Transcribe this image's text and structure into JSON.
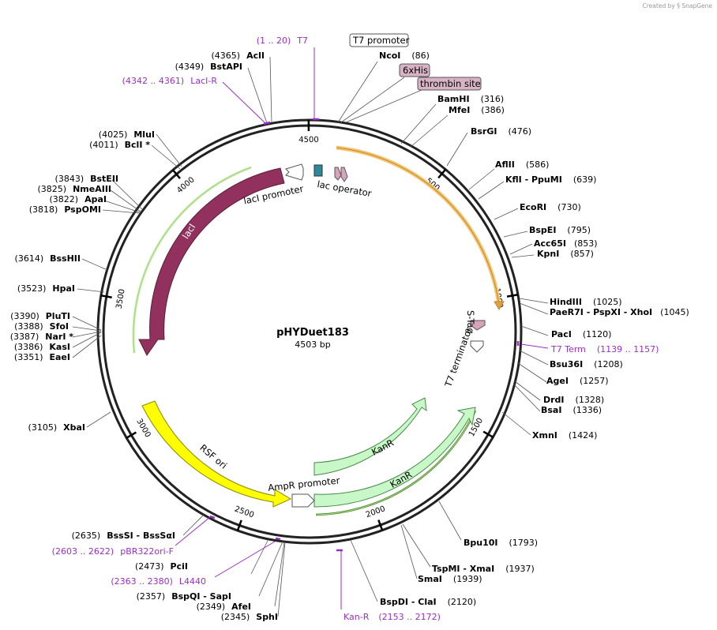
{
  "credit": {
    "prefix": "Created by",
    "brand": "SnapGene"
  },
  "plasmid": {
    "name": "pHYDuet183",
    "size_label": "4503 bp",
    "length_bp": 4503
  },
  "ticks": [
    {
      "bp": 500,
      "label": "500"
    },
    {
      "bp": 1000,
      "label": "1000"
    },
    {
      "bp": 1500,
      "label": "1500"
    },
    {
      "bp": 2000,
      "label": "2000"
    },
    {
      "bp": 2500,
      "label": "2500"
    },
    {
      "bp": 3000,
      "label": "3000"
    },
    {
      "bp": 3500,
      "label": "3500"
    },
    {
      "bp": 4000,
      "label": "4000"
    },
    {
      "bp": 4500,
      "label": "4500"
    }
  ],
  "enzymes_right": [
    {
      "name": "NcoI",
      "pos": "(86)"
    },
    {
      "name": "BamHI",
      "pos": "(316)"
    },
    {
      "name": "MfeI",
      "pos": "(386)"
    },
    {
      "name": "BsrGI",
      "pos": "(476)"
    },
    {
      "name": "AflII",
      "pos": "(586)"
    },
    {
      "name": "KflI - PpuMI",
      "pos": "(639)"
    },
    {
      "name": "EcoRI",
      "pos": "(730)"
    },
    {
      "name": "BspEI",
      "pos": "(795)"
    },
    {
      "name": "Acc65I",
      "pos": "(853)"
    },
    {
      "name": "KpnI",
      "pos": "(857)"
    },
    {
      "name": "HindIII",
      "pos": "(1025)"
    },
    {
      "name": "PaeR7I - PspXI - XhoI",
      "pos": "(1045)"
    },
    {
      "name": "PacI",
      "pos": "(1120)"
    },
    {
      "name": "Bsu36I",
      "pos": "(1208)"
    },
    {
      "name": "AgeI",
      "pos": "(1257)"
    },
    {
      "name": "DrdI",
      "pos": "(1328)"
    },
    {
      "name": "BsaI",
      "pos": "(1336)"
    },
    {
      "name": "XmnI",
      "pos": "(1424)"
    },
    {
      "name": "Bpu10I",
      "pos": "(1793)"
    },
    {
      "name": "TspMI - XmaI",
      "pos": "(1937)"
    },
    {
      "name": "SmaI",
      "pos": "(1939)"
    },
    {
      "name": "BspDI - ClaI",
      "pos": "(2120)"
    }
  ],
  "enzymes_left": [
    {
      "name": "AclI",
      "pos": "(4365)"
    },
    {
      "name": "BstAPI",
      "pos": "(4349)"
    },
    {
      "name": "MluI",
      "pos": "(4025)"
    },
    {
      "name": "BclI *",
      "pos": "(4011)"
    },
    {
      "name": "BstEII",
      "pos": "(3843)"
    },
    {
      "name": "NmeAIII",
      "pos": "(3825)"
    },
    {
      "name": "ApaI",
      "pos": "(3822)"
    },
    {
      "name": "PspOMI",
      "pos": "(3818)"
    },
    {
      "name": "BssHII",
      "pos": "(3614)"
    },
    {
      "name": "HpaI",
      "pos": "(3523)"
    },
    {
      "name": "PluTI",
      "pos": "(3390)"
    },
    {
      "name": "SfoI",
      "pos": "(3388)"
    },
    {
      "name": "NarI *",
      "pos": "(3387)"
    },
    {
      "name": "KasI",
      "pos": "(3386)"
    },
    {
      "name": "EaeI",
      "pos": "(3351)"
    },
    {
      "name": "XbaI",
      "pos": "(3105)"
    },
    {
      "name": "BssSI - BssSαI",
      "pos": "(2635)"
    },
    {
      "name": "PciI",
      "pos": "(2473)"
    },
    {
      "name": "BspQI - SapI",
      "pos": "(2357)"
    },
    {
      "name": "AfeI",
      "pos": "(2349)"
    },
    {
      "name": "SphI",
      "pos": "(2345)"
    }
  ],
  "primers": [
    {
      "range": "(1 .. 20)",
      "name": "T7"
    },
    {
      "range": "(4342 .. 4361)",
      "name": "LacI-R"
    },
    {
      "range": "(1139 .. 1157)",
      "name": "T7 Term"
    },
    {
      "range": "(2603 .. 2622)",
      "name": "pBR322ori-F"
    },
    {
      "range": "(2363 .. 2380)",
      "name": "L4440"
    },
    {
      "range": "(2153 .. 2172)",
      "name": "Kan-R"
    }
  ],
  "boxed_features": [
    {
      "label": "T7 promoter",
      "fill": "#ffffff"
    },
    {
      "label": "6xHis",
      "fill": "#d7b3c5"
    },
    {
      "label": "thrombin site",
      "fill": "#d7b3c5"
    }
  ],
  "features": [
    {
      "label": "lacI",
      "color": "#93315e"
    },
    {
      "label": "lacI promoter",
      "color": "#ffffff"
    },
    {
      "label": "lac operator",
      "color": "#2a8a9a"
    },
    {
      "label": "S-Tag",
      "color": "#d7a3bb"
    },
    {
      "label": "T7 terminator",
      "color": "#ffffff"
    },
    {
      "label": "KanR",
      "color": "#c8f7c8"
    },
    {
      "label": "KanR",
      "color": "#c8f7c8"
    },
    {
      "label": "RSF ori",
      "color": "#ffff00"
    },
    {
      "label": "AmpR promoter",
      "color": "#ffffff"
    }
  ],
  "colors": {
    "mcs_orange": "#f8c471",
    "outer_green": "#7ac943",
    "primer": "#9b2fc4"
  }
}
